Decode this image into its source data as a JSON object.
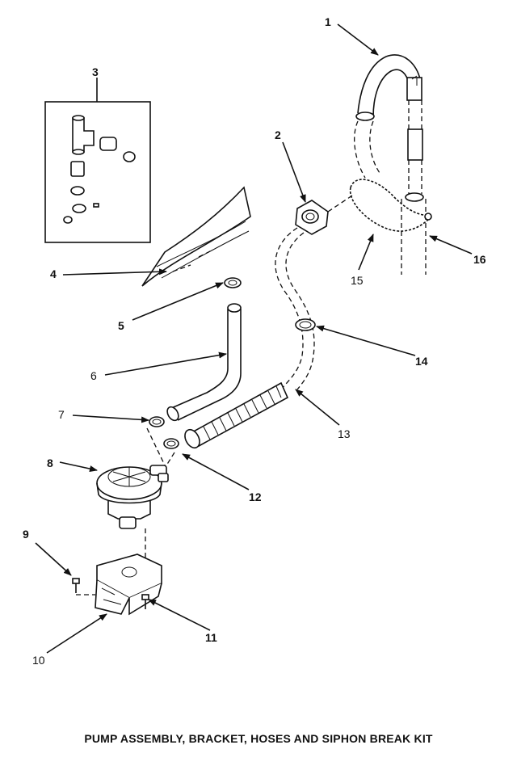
{
  "title": "PUMP ASSEMBLY, BRACKET, HOSES AND SIPHON BREAK KIT",
  "callouts": [
    "1",
    "2",
    "3",
    "4",
    "5",
    "6",
    "7",
    "8",
    "9",
    "10",
    "11",
    "12",
    "13",
    "14",
    "15",
    "16"
  ]
}
